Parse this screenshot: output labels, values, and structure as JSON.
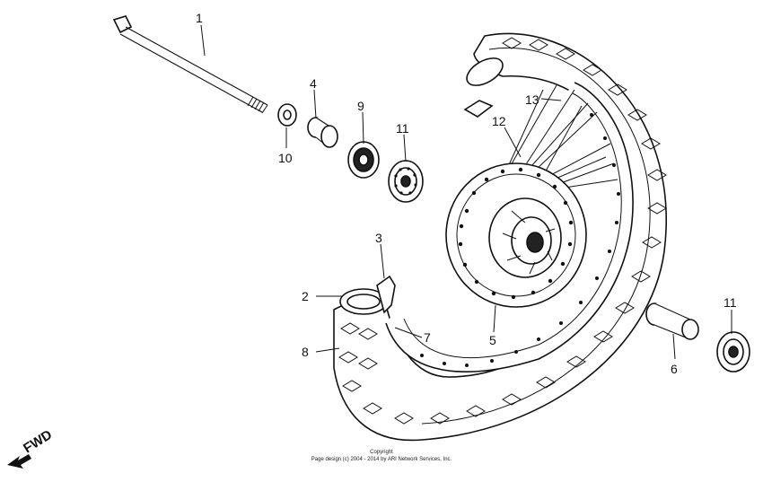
{
  "callouts": {
    "c1": "1",
    "c2": "2",
    "c3": "3",
    "c4": "4",
    "c5": "5",
    "c6": "6",
    "c7": "7",
    "c8": "8",
    "c9": "9",
    "c10": "10",
    "c11a": "11",
    "c11b": "11",
    "c12": "12",
    "c13": "13"
  },
  "direction_label": "FWD",
  "copyright": {
    "line1": "Copyright",
    "line2": "Page design (c) 2004 - 2014 by ARI Network Services, Inc."
  },
  "colors": {
    "ink": "#111111",
    "background": "#ffffff"
  }
}
